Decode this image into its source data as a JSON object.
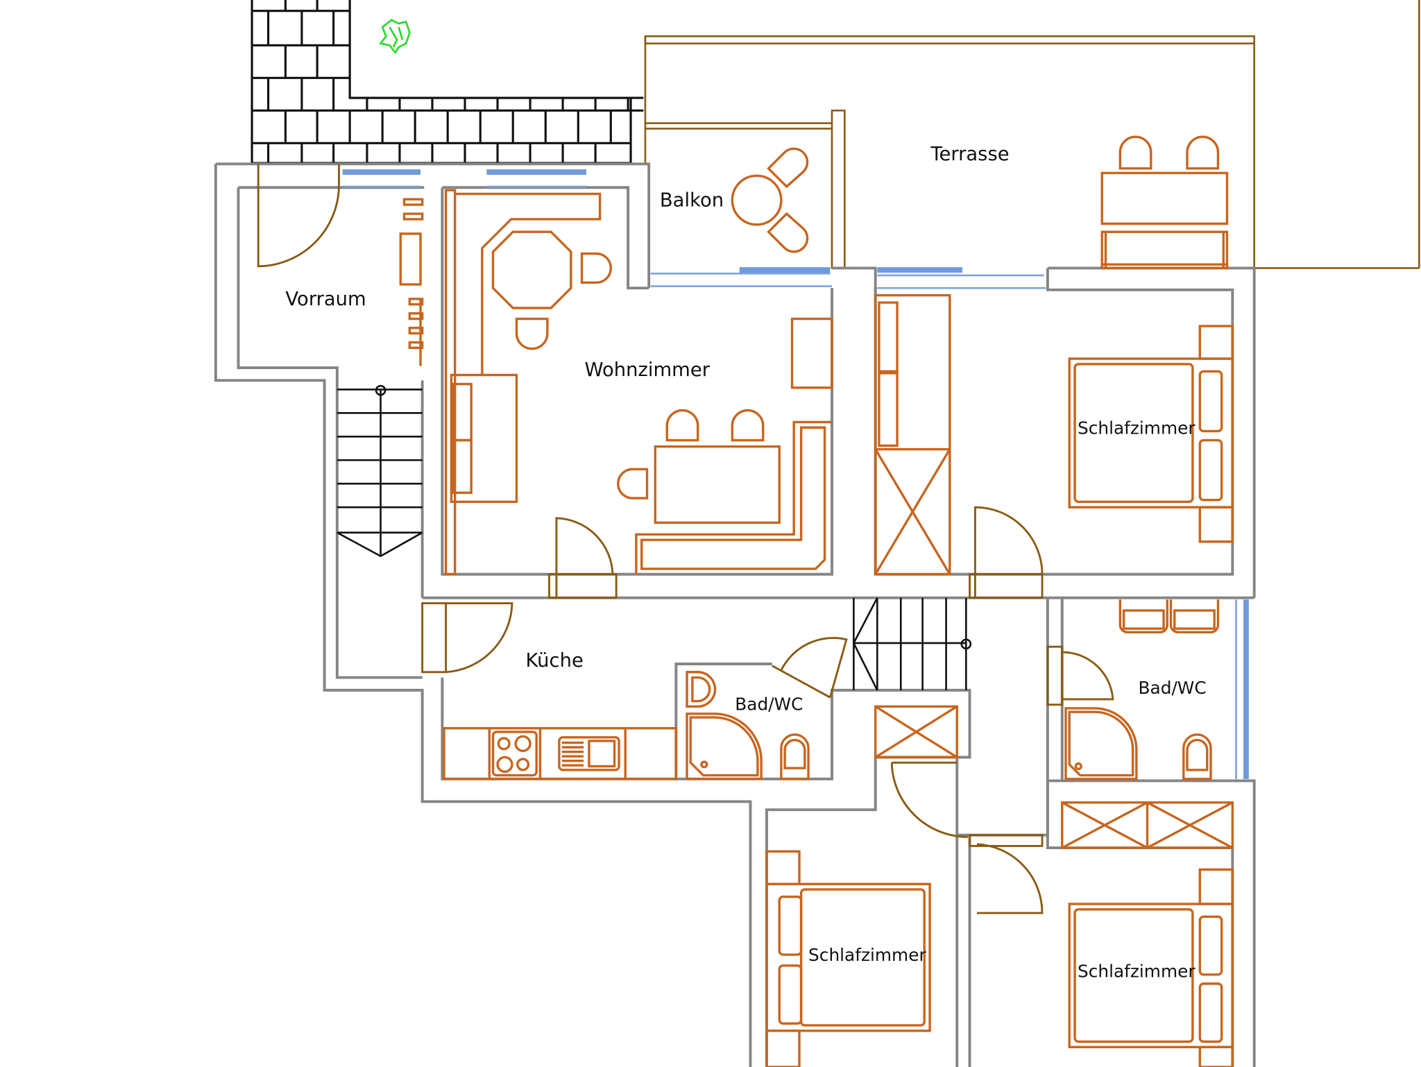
{
  "plan": {
    "rooms": {
      "vorraum": "Vorraum",
      "wohnzimmer": "Wohnzimmer",
      "balkon": "Balkon",
      "terrasse": "Terrasse",
      "schlafzimmer_1": "Schlafzimmer",
      "kueche": "Küche",
      "bad_1": "Bad/WC",
      "bad_2": "Bad/WC",
      "schlafzimmer_2": "Schlafzimmer",
      "schlafzimmer_3": "Schlafzimmer"
    },
    "colors": {
      "wall": "#858585",
      "furniture": "#c8651e",
      "door": "#8a5a14",
      "window": "#6f9bd8",
      "paving": "#111111",
      "plant": "#22dd22"
    },
    "icons": [
      "plant-icon",
      "stairs-icon",
      "door-swing-icon",
      "bed-icon",
      "toilet-icon",
      "shower-icon",
      "stove-icon",
      "sink-icon",
      "wardrobe-icon",
      "chair-icon",
      "table-icon"
    ]
  }
}
